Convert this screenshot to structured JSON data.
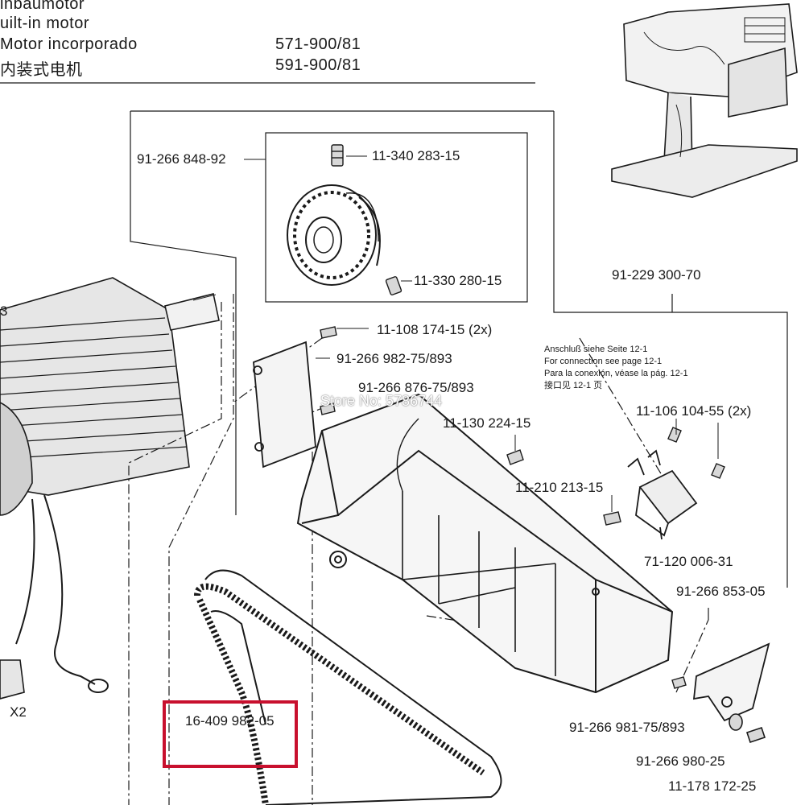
{
  "header": {
    "title_lines": [
      "inbaumotor",
      "uilt-in motor",
      "Motor incorporado",
      "内装式电机"
    ],
    "model_numbers": [
      "571-900/81",
      "591-900/81"
    ]
  },
  "labels": {
    "pulley_assembly": "91-266 848-92",
    "set_screw_top": "11-340 283-15",
    "set_screw_bottom": "11-330 280-15",
    "guard_assembly": "91-229 300-70",
    "screw_cover": "11-108 174-15 (2x)",
    "cover_plate": "91-266 982-75/893",
    "belt_guard": "91-266 876-75/893",
    "screw_guard": "11-130 224-15",
    "screw_switch": "11-106 104-55 (2x)",
    "screw_side": "11-210 213-15",
    "switch": "71-120 006-31",
    "bracket": "91-266 853-05",
    "bracket_plate": "91-266 981-75/893",
    "washer": "91-266 980-25",
    "screw_bottom": "11-178 172-25",
    "belt": "16-409 982-05",
    "motor_partial": "3",
    "connector": "X2"
  },
  "connection_note": [
    "Anschluß siehe Seite 12-1",
    "For connection see page 12-1",
    "Para la conexión, véase la pág. 12-1",
    "接口见 12-1 页"
  ],
  "watermark": "Store No: 5786744",
  "colors": {
    "highlight": "#c8102e",
    "ink": "#1a1a1a"
  }
}
